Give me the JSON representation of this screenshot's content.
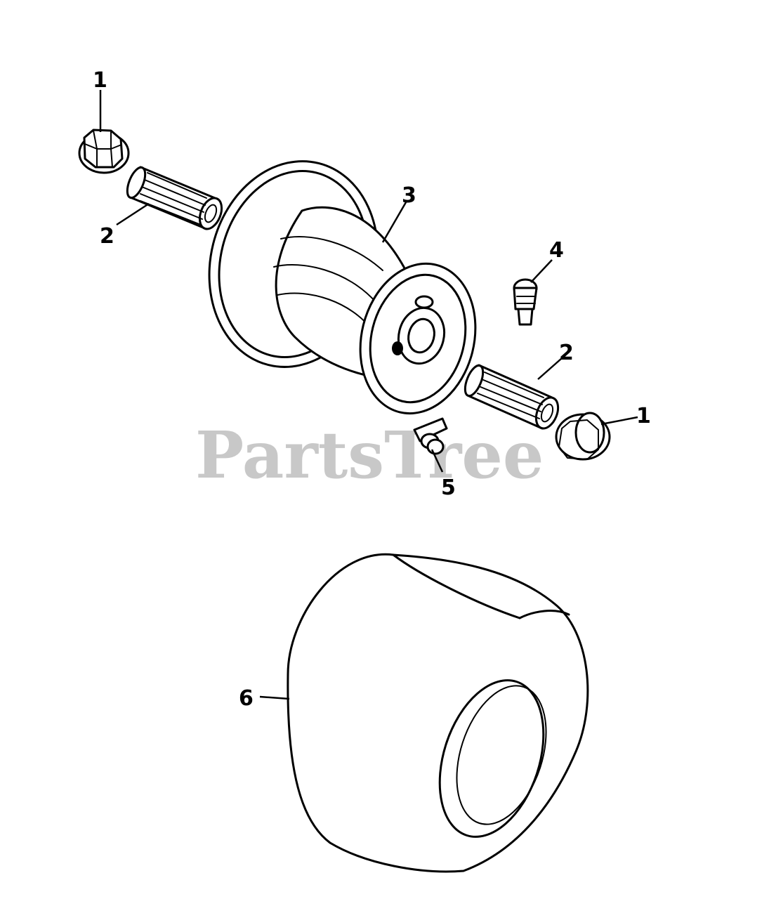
{
  "watermark": "PartsTree",
  "callouts": {
    "nut_top": "1",
    "bearing_top": "2",
    "wheel_rim": "3",
    "valve_stem": "4",
    "grease_fitting": "5",
    "bearing_bottom": "2",
    "nut_bottom": "1",
    "tire": "6"
  }
}
